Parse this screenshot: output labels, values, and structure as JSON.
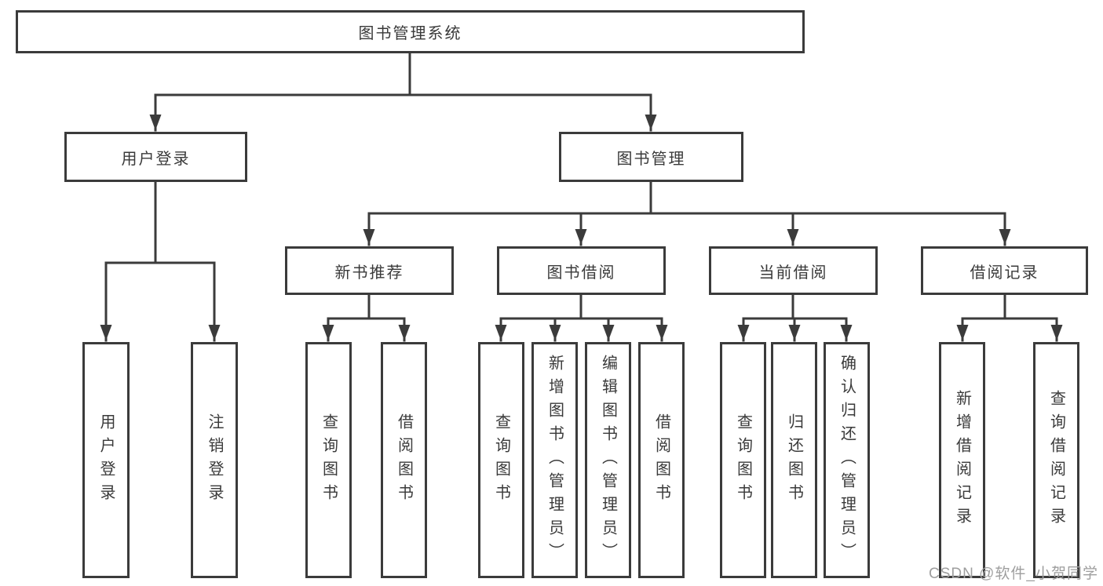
{
  "diagram": {
    "root": {
      "label": "图书管理系统"
    },
    "branches": [
      {
        "label": "用户登录",
        "children": [
          {
            "label": "用户登录"
          },
          {
            "label": "注销登录"
          }
        ]
      },
      {
        "label": "图书管理",
        "children": [
          {
            "label": "新书推荐",
            "children": [
              {
                "label": "查询图书"
              },
              {
                "label": "借阅图书"
              }
            ]
          },
          {
            "label": "图书借阅",
            "children": [
              {
                "label": "查询图书"
              },
              {
                "label": "新增图书（管理员）"
              },
              {
                "label": "编辑图书（管理员）"
              },
              {
                "label": "借阅图书"
              }
            ]
          },
          {
            "label": "当前借阅",
            "children": [
              {
                "label": "查询图书"
              },
              {
                "label": "归还图书"
              },
              {
                "label": "确认归还（管理员）"
              }
            ]
          },
          {
            "label": "借阅记录",
            "children": [
              {
                "label": "新增借阅记录"
              },
              {
                "label": "查询借阅记录"
              }
            ]
          }
        ]
      }
    ],
    "watermark": "CSDN @软件_小贺同学"
  },
  "colors": {
    "line": "#3b3b3b",
    "text": "#3a3a3a",
    "watermark": "#9e9e9e",
    "background": "#ffffff"
  }
}
